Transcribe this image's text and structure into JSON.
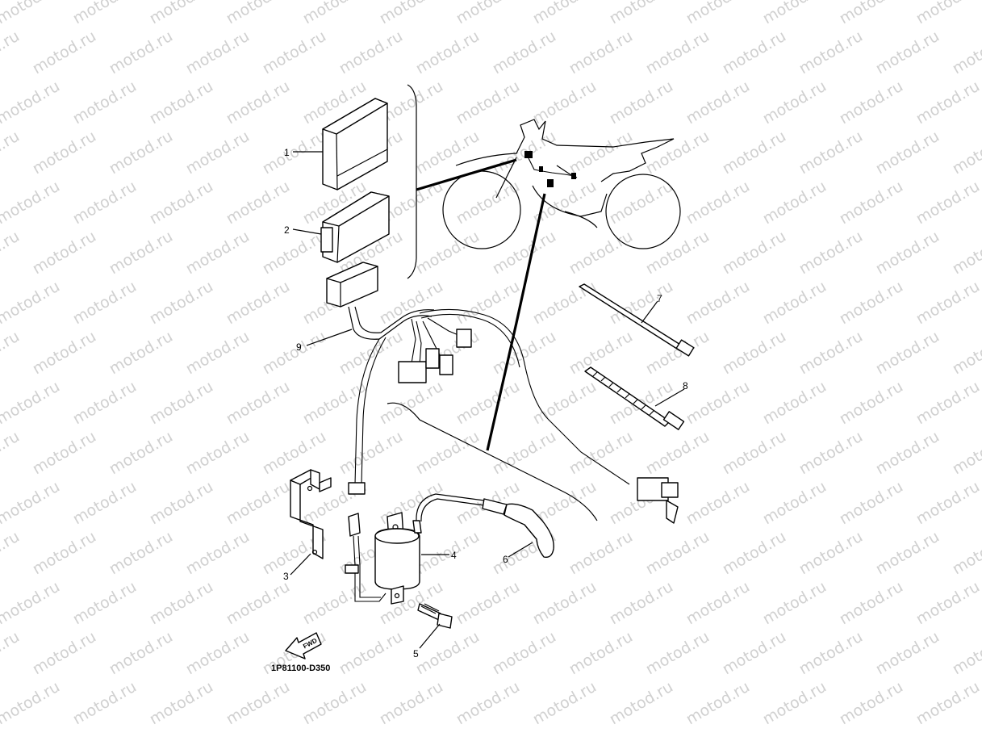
{
  "watermark": "motod.ru",
  "diagram_code": "1P81100-D350",
  "fwd_label": "FWD",
  "callouts": [
    {
      "number": "1"
    },
    {
      "number": "2"
    },
    {
      "number": "3"
    },
    {
      "number": "4"
    },
    {
      "number": "5"
    },
    {
      "number": "6"
    },
    {
      "number": "7"
    },
    {
      "number": "8"
    },
    {
      "number": "9"
    }
  ],
  "colors": {
    "ink": "#000000",
    "watermark": "#d0d0d0",
    "background": "#ffffff"
  }
}
